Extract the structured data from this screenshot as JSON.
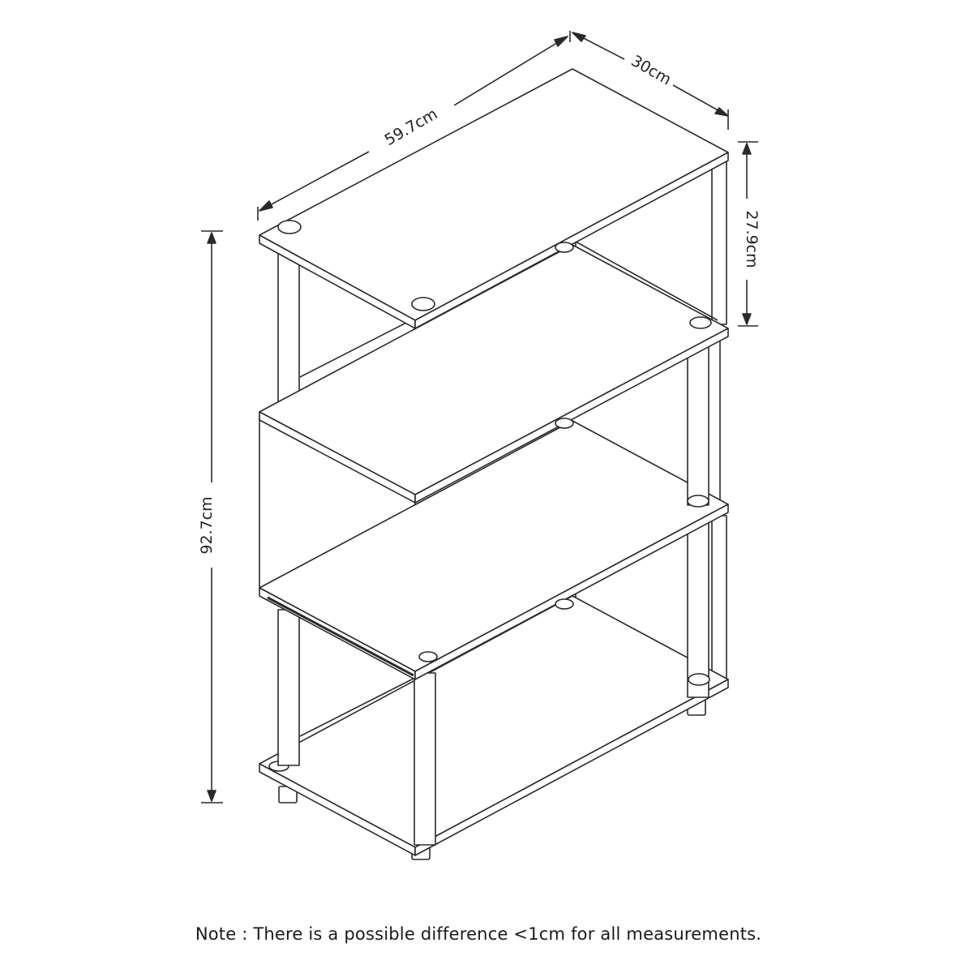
{
  "diagram": {
    "dimensions": {
      "width": "59.7cm",
      "depth": "30cm",
      "shelf_gap": "27.9cm",
      "total_height": "92.7cm"
    },
    "colors": {
      "line": "#2a2a2a",
      "fill": "#ffffff"
    }
  },
  "note": "Note : There is a possible difference <1cm for all measurements."
}
